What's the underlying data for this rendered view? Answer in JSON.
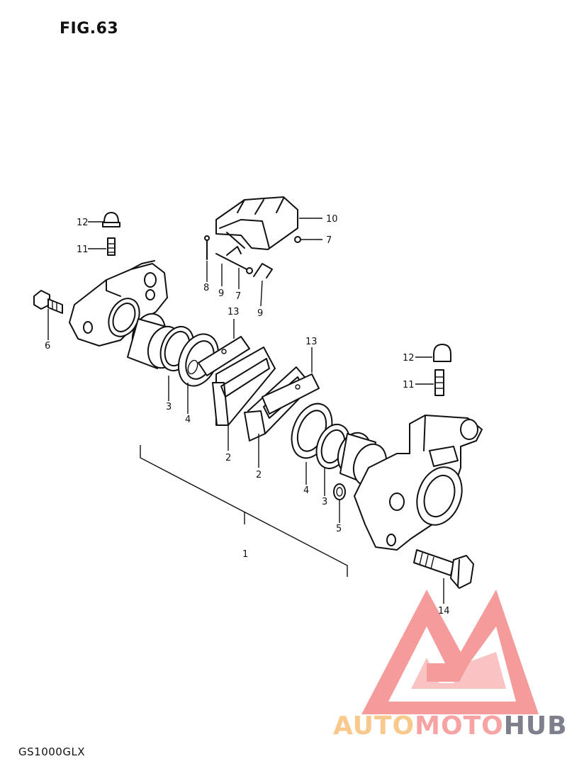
{
  "figure": {
    "title": "FIG.63",
    "model": "GS1000GLX"
  },
  "callouts": [
    {
      "id": "c-12a",
      "label": "12"
    },
    {
      "id": "c-11a",
      "label": "11"
    },
    {
      "id": "c-6",
      "label": "6"
    },
    {
      "id": "c-10",
      "label": "10"
    },
    {
      "id": "c-7a",
      "label": "7"
    },
    {
      "id": "c-8",
      "label": "8"
    },
    {
      "id": "c-9a",
      "label": "9"
    },
    {
      "id": "c-7b",
      "label": "7"
    },
    {
      "id": "c-9b",
      "label": "9"
    },
    {
      "id": "c-13a",
      "label": "13"
    },
    {
      "id": "c-13b",
      "label": "13"
    },
    {
      "id": "c-3a",
      "label": "3"
    },
    {
      "id": "c-4a",
      "label": "4"
    },
    {
      "id": "c-2a",
      "label": "2"
    },
    {
      "id": "c-2b",
      "label": "2"
    },
    {
      "id": "c-12b",
      "label": "12"
    },
    {
      "id": "c-11b",
      "label": "11"
    },
    {
      "id": "c-4b",
      "label": "4"
    },
    {
      "id": "c-3b",
      "label": "3"
    },
    {
      "id": "c-5",
      "label": "5"
    },
    {
      "id": "c-1",
      "label": "1"
    },
    {
      "id": "c-14",
      "label": "14"
    }
  ],
  "watermark": {
    "part1": "AUTO",
    "part2": "MOTO",
    "part3": "HUB",
    "colors": {
      "auto": "#f8c98b",
      "moto": "#f7a3a3",
      "hub": "#7d7f8c",
      "logo": "#f48a8a"
    }
  }
}
